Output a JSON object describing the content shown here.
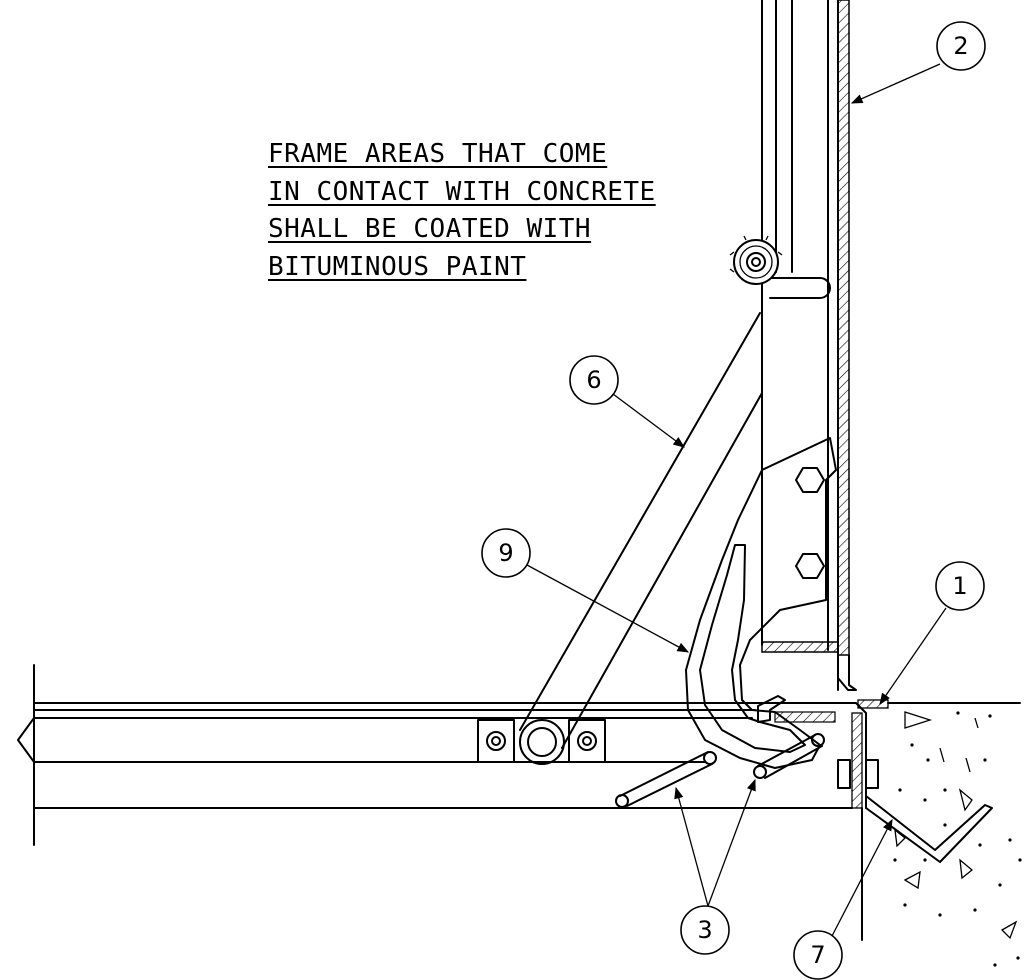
{
  "note": {
    "lines": [
      "FRAME AREAS THAT COME",
      "IN CONTACT WITH CONCRETE",
      "SHALL BE COATED WITH",
      "BITUMINOUS PAINT"
    ]
  },
  "callouts": [
    {
      "id": "callout-1",
      "label": "1"
    },
    {
      "id": "callout-2",
      "label": "2"
    },
    {
      "id": "callout-3",
      "label": "3"
    },
    {
      "id": "callout-6",
      "label": "6"
    },
    {
      "id": "callout-7",
      "label": "7"
    },
    {
      "id": "callout-9",
      "label": "9"
    }
  ]
}
